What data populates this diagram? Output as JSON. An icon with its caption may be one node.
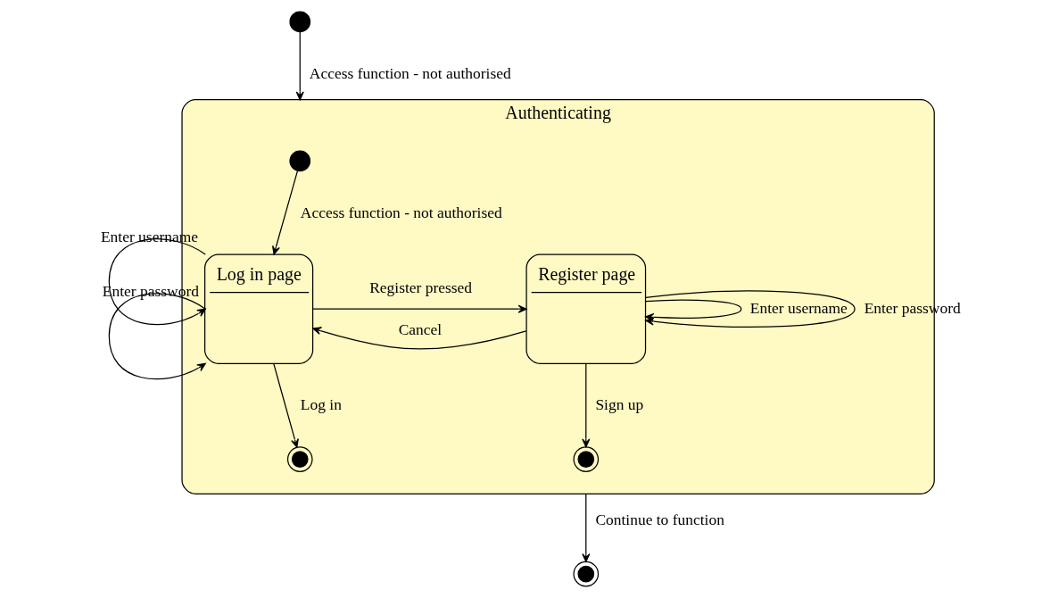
{
  "diagram": {
    "nodes": [
      {
        "text": [],
        "shape": "circle"
      },
      {
        "text": [
          "Authenticating"
        ]
      },
      {
        "text": [],
        "shape": "circle",
        "in": 1
      },
      {
        "text": [
          "Log in page"
        ],
        "in": 1
      },
      {
        "text": [
          "Register page"
        ],
        "in": 1
      },
      {
        "text": [],
        "shape": "circle",
        "in": 1
      },
      {
        "text": [],
        "shape": "circle",
        "in": 1
      },
      {
        "text": [],
        "shape": "circle"
      }
    ],
    "edges": [
      {
        "from": 0,
        "to": 1,
        "arrow": "to",
        "label": "Access function - not authorised"
      },
      {
        "from": 2,
        "to": 3,
        "arrow": "to",
        "label": "Access function - not authorised"
      },
      {
        "from": 3,
        "to": 3,
        "arrow": "to",
        "label": "Enter username"
      },
      {
        "from": 3,
        "to": 3,
        "arrow": "to",
        "label": "Enter password"
      },
      {
        "from": 3,
        "to": 4,
        "arrow": "to",
        "label": "Register pressed"
      },
      {
        "from": 4,
        "to": 3,
        "arrow": "to",
        "label": "Cancel"
      },
      {
        "from": 4,
        "to": 4,
        "arrow": "to",
        "label": "Enter username"
      },
      {
        "from": 4,
        "to": 4,
        "arrow": "to",
        "label": "Enter password"
      },
      {
        "from": 3,
        "to": 5,
        "arrow": "to",
        "label": "Log in"
      },
      {
        "from": 4,
        "to": 6,
        "arrow": "to",
        "label": "Sign up"
      },
      {
        "from": 1,
        "to": 7,
        "arrow": "to",
        "label": "Continue to function"
      }
    ]
  }
}
